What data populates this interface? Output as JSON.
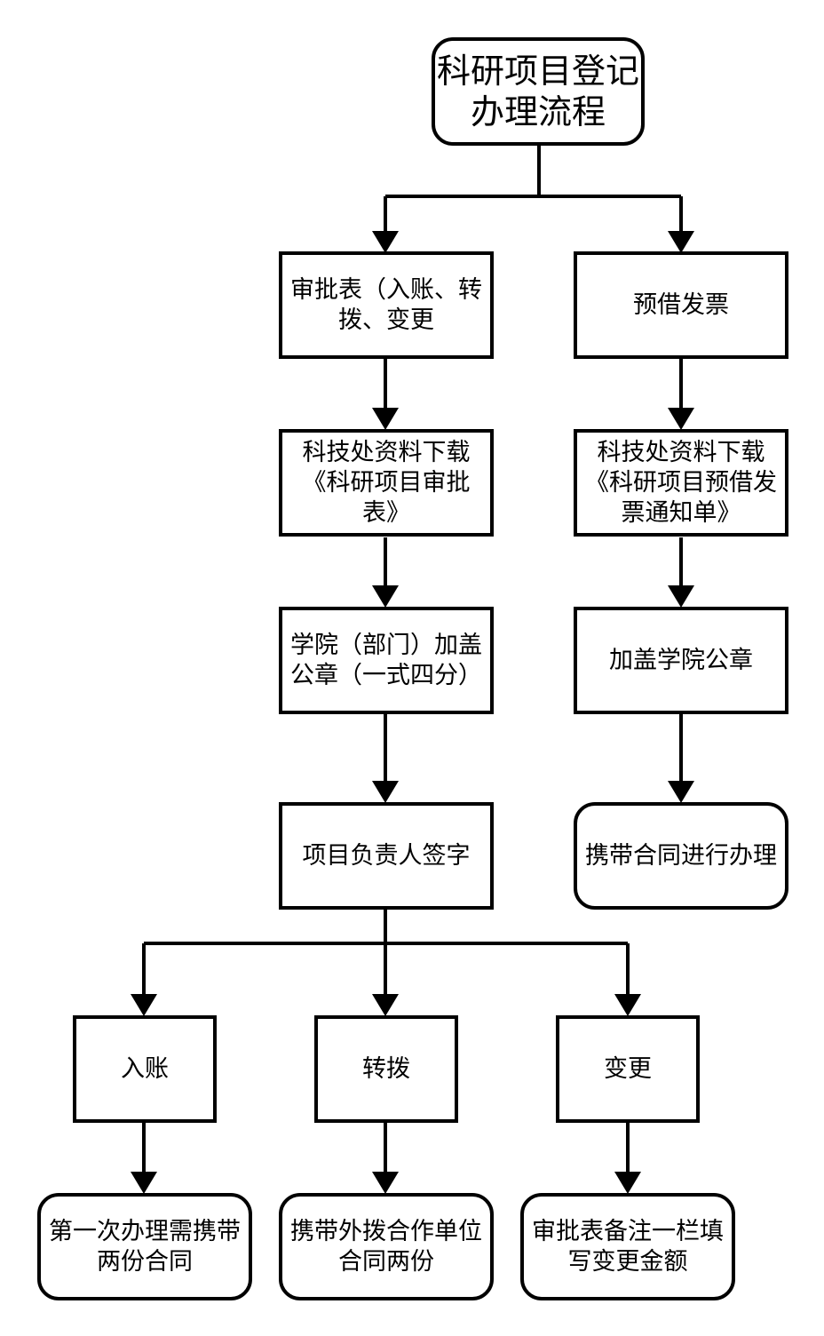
{
  "colors": {
    "stroke": "#000000",
    "fill": "#ffffff",
    "text": "#000000"
  },
  "nodes": {
    "title": "科研项目登记\n办理流程",
    "approval_form": "审批表（入账、转\n拨、变更",
    "download_approval": "科技处资料下载\n《科研项目审批\n表》",
    "college_seal": "学院（部门）加盖\n公章（一式四分）",
    "leader_sign": "项目负责人签字",
    "entry": "入账",
    "transfer": "转拨",
    "change": "变更",
    "entry_note": "第一次办理需携带\n两份合同",
    "transfer_note": "携带外拨合作单位\n合同两份",
    "change_note": "审批表备注一栏填\n写变更金额",
    "invoice": "预借发票",
    "download_invoice": "科技处资料下载\n《科研项目预借发\n票通知单》",
    "invoice_seal": "加盖学院公章",
    "contract": "携带合同进行办理"
  }
}
